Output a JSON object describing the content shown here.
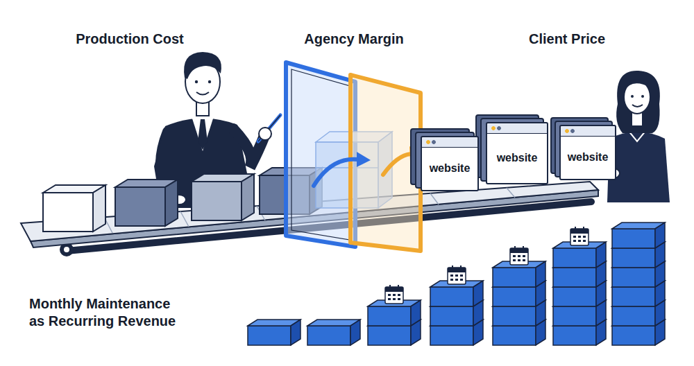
{
  "diagram": {
    "nodes": [
      {
        "text": [
          "website"
        ]
      },
      {
        "text": [
          "website"
        ]
      },
      {
        "text": [
          "website"
        ]
      }
    ],
    "labels": [
      "Production Cost",
      "Agency Margin",
      "Client Price",
      "Monthly Maintenance as Recurring Revenue"
    ]
  }
}
